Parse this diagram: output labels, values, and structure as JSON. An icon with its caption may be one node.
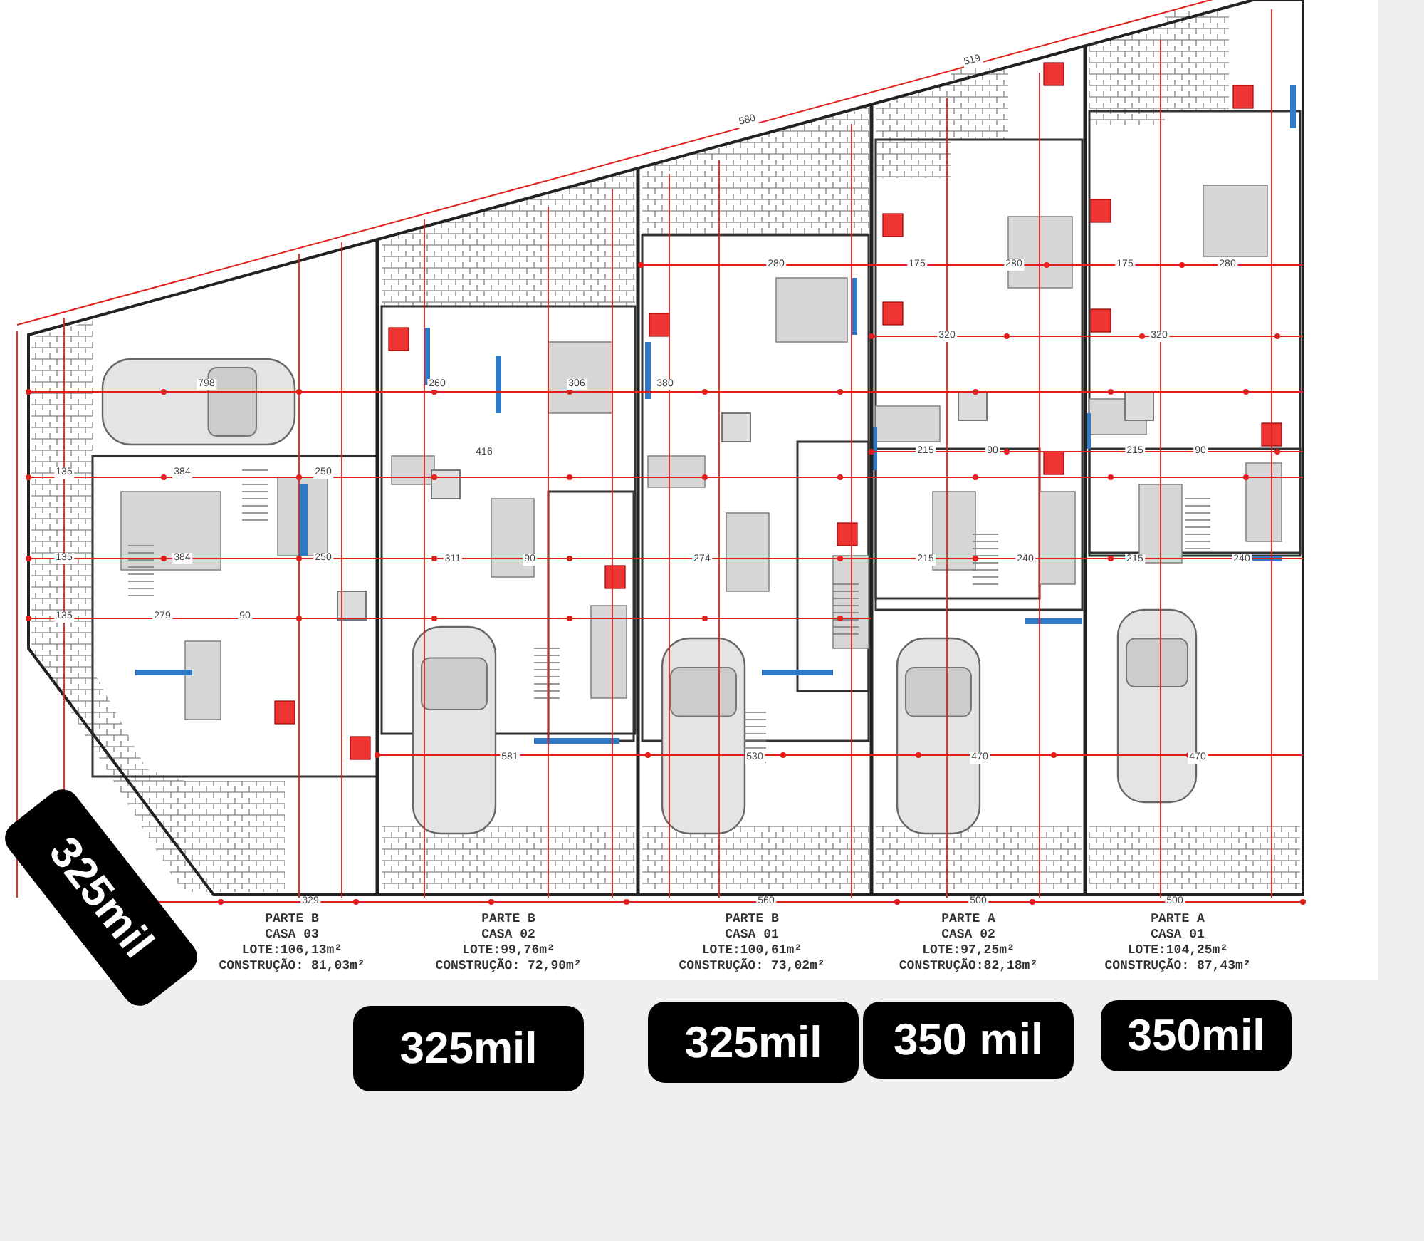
{
  "diagram": {
    "labels": [
      "580",
      "519",
      "798",
      "135",
      "384",
      "250",
      "135",
      "384",
      "250",
      "135",
      "279",
      "90",
      "260",
      "306",
      "416",
      "311",
      "90",
      "581",
      "380",
      "280",
      "274",
      "530",
      "175",
      "280",
      "320",
      "215",
      "90",
      "215",
      "240",
      "470",
      "175",
      "280",
      "320",
      "215",
      "90",
      "215",
      "240",
      "470",
      "329",
      "560",
      "500",
      "500",
      "PARTE B",
      "CASA 03",
      "LOTE:106,13m²",
      "CONSTRUÇÃO: 81,03m²",
      "PARTE B",
      "CASA 02",
      "LOTE:99,76m²",
      "CONSTRUÇÃO: 72,90m²",
      "PARTE B",
      "CASA 01",
      "LOTE:100,61m²",
      "CONSTRUÇÃO: 73,02m²",
      "PARTE A",
      "CASA 02",
      "LOTE:97,25m²",
      "CONSTRUÇÃO:82,18m²",
      "PARTE A",
      "CASA 01",
      "LOTE:104,25m²",
      "CONSTRUÇÃO: 87,43m²",
      "325mil",
      "325mil",
      "325mil",
      "350 mil",
      "350mil"
    ]
  }
}
